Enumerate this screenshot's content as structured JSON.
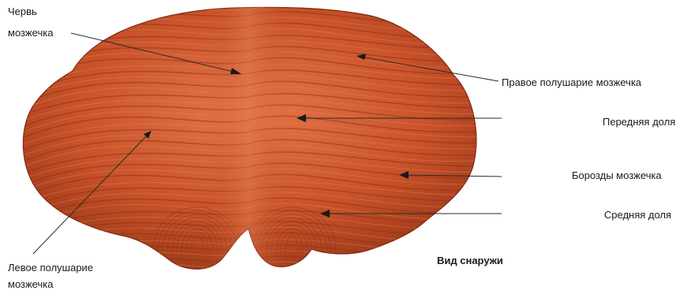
{
  "labels": {
    "vermis_line1": "Червь",
    "vermis_line2": "мозжечка",
    "right_hemisphere": "Правое полушарие мозжечка",
    "anterior_lobe": "Передняя доля",
    "fissures": "Борозды мозжечка",
    "middle_lobe": "Средняя доля",
    "left_hemisphere_line1": "Левое полушарие",
    "left_hemisphere_line2": "мозжечка",
    "view_caption": "Вид снаружи"
  },
  "colors": {
    "tissue_base": "#c9532a",
    "tissue_dark": "#8e2f14",
    "tissue_light": "#e8845a",
    "leader_line": "#2a2a2a"
  },
  "illustration": "cerebellum-external-view"
}
